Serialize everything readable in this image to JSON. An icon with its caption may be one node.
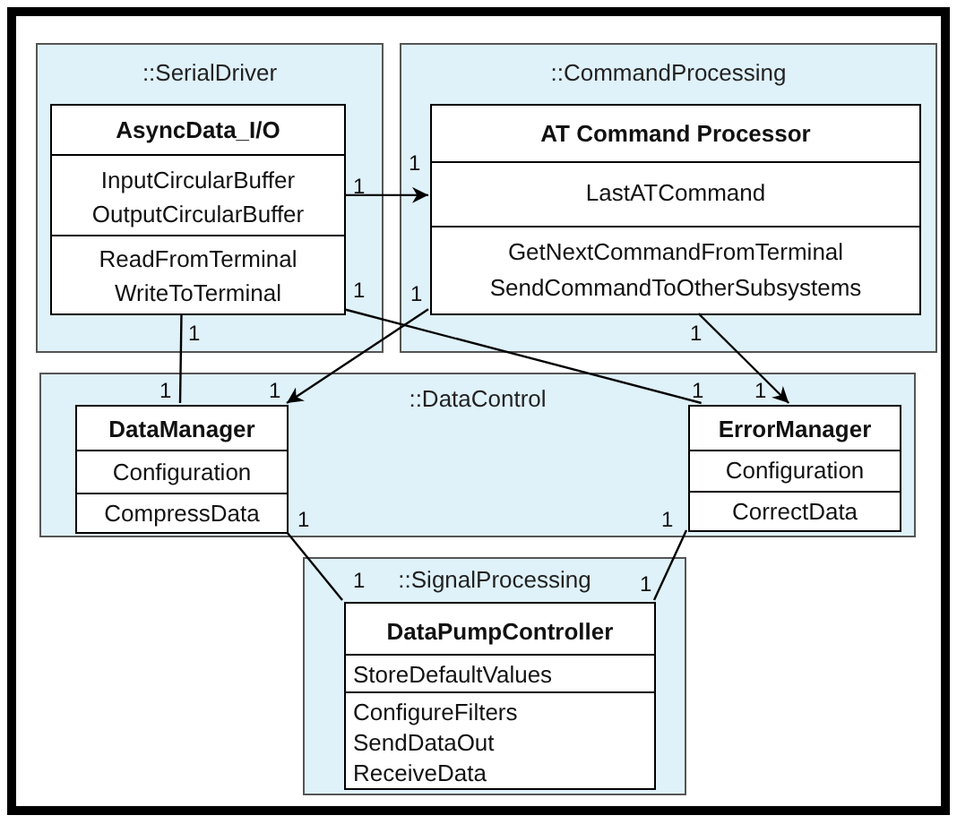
{
  "diagram": {
    "nodes": [
      {
        "text": [
          "::SerialDriver"
        ]
      },
      {
        "text": [
          "AsyncData_I/O",
          "InputCircularBuffer OutputCircularBuffer",
          "ReadFromTerminal WriteToTerminal"
        ],
        "in": 0
      },
      {
        "text": [
          "::CommandProcessing"
        ]
      },
      {
        "text": [
          "AT Command Processor",
          "LastATCommand",
          "GetNextCommandFromTerminal SendCommandToOtherSubsystems"
        ],
        "in": 2
      },
      {
        "text": [
          "::DataControl"
        ]
      },
      {
        "text": [
          "DataManager",
          "Configuration",
          "CompressData"
        ],
        "in": 4
      },
      {
        "text": [
          "ErrorManager",
          "Configuration",
          "CorrectData"
        ],
        "in": 4
      },
      {
        "text": [
          "::SignalProcessing"
        ]
      },
      {
        "text": [
          "DataPumpController",
          "StoreDefaultValues",
          "ConfigureFilters SendDataOut ReceiveData"
        ],
        "in": 7
      }
    ],
    "edges": [
      {
        "from": 1,
        "to": 3,
        "arrow": "to"
      },
      {
        "from": 1,
        "to": 5,
        "arrow": "none"
      },
      {
        "from": 1,
        "to": 6,
        "arrow": "none"
      },
      {
        "from": 3,
        "to": 5,
        "arrow": "to"
      },
      {
        "from": 3,
        "to": 6,
        "arrow": "to"
      },
      {
        "from": 5,
        "to": 8,
        "arrow": "none"
      },
      {
        "from": 6,
        "to": 8,
        "arrow": "none"
      }
    ],
    "labels": [
      "1",
      "1",
      "1",
      "1",
      "1",
      "1",
      "1",
      "1",
      "1",
      "1",
      "1",
      "1",
      "1",
      "1"
    ]
  }
}
